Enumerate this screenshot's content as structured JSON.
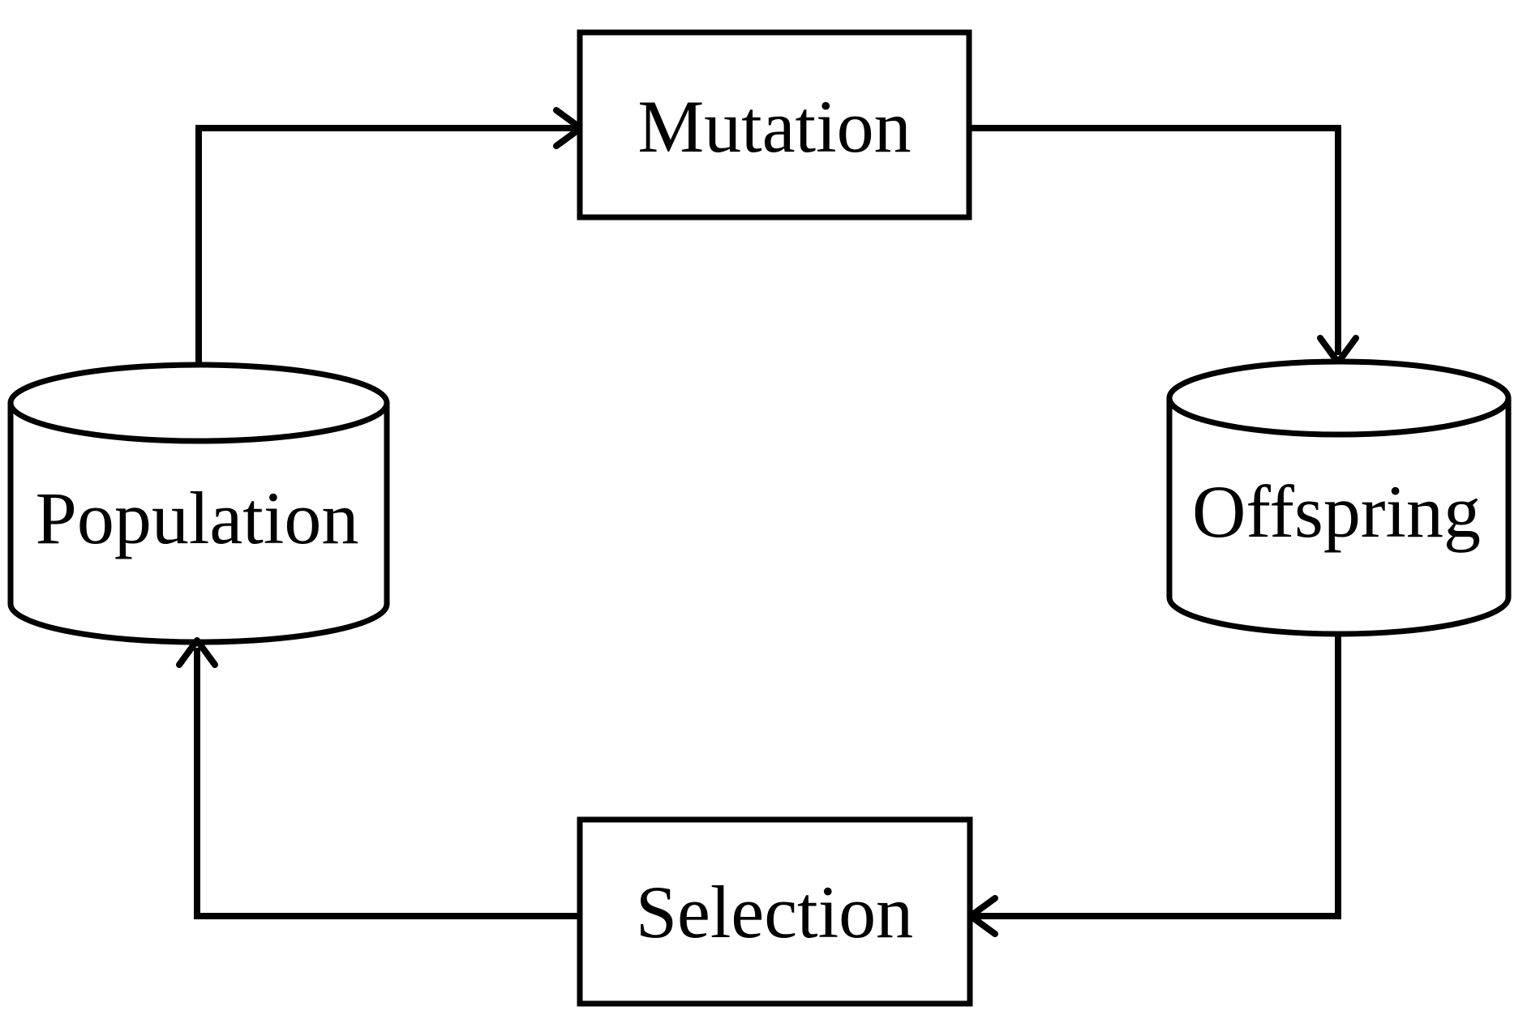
{
  "diagram": {
    "type": "cycle-flowchart",
    "colors": {
      "ink": "#000000",
      "background": "#ffffff"
    },
    "nodes": [
      {
        "id": "population",
        "label": "Population",
        "shape": "cylinder"
      },
      {
        "id": "mutation",
        "label": "Mutation",
        "shape": "rectangle"
      },
      {
        "id": "offspring",
        "label": "Offspring",
        "shape": "cylinder"
      },
      {
        "id": "selection",
        "label": "Selection",
        "shape": "rectangle"
      }
    ],
    "edges": [
      {
        "from": "Population",
        "to": "Mutation"
      },
      {
        "from": "Mutation",
        "to": "Offspring"
      },
      {
        "from": "Offspring",
        "to": "Selection"
      },
      {
        "from": "Selection",
        "to": "Population"
      }
    ]
  }
}
